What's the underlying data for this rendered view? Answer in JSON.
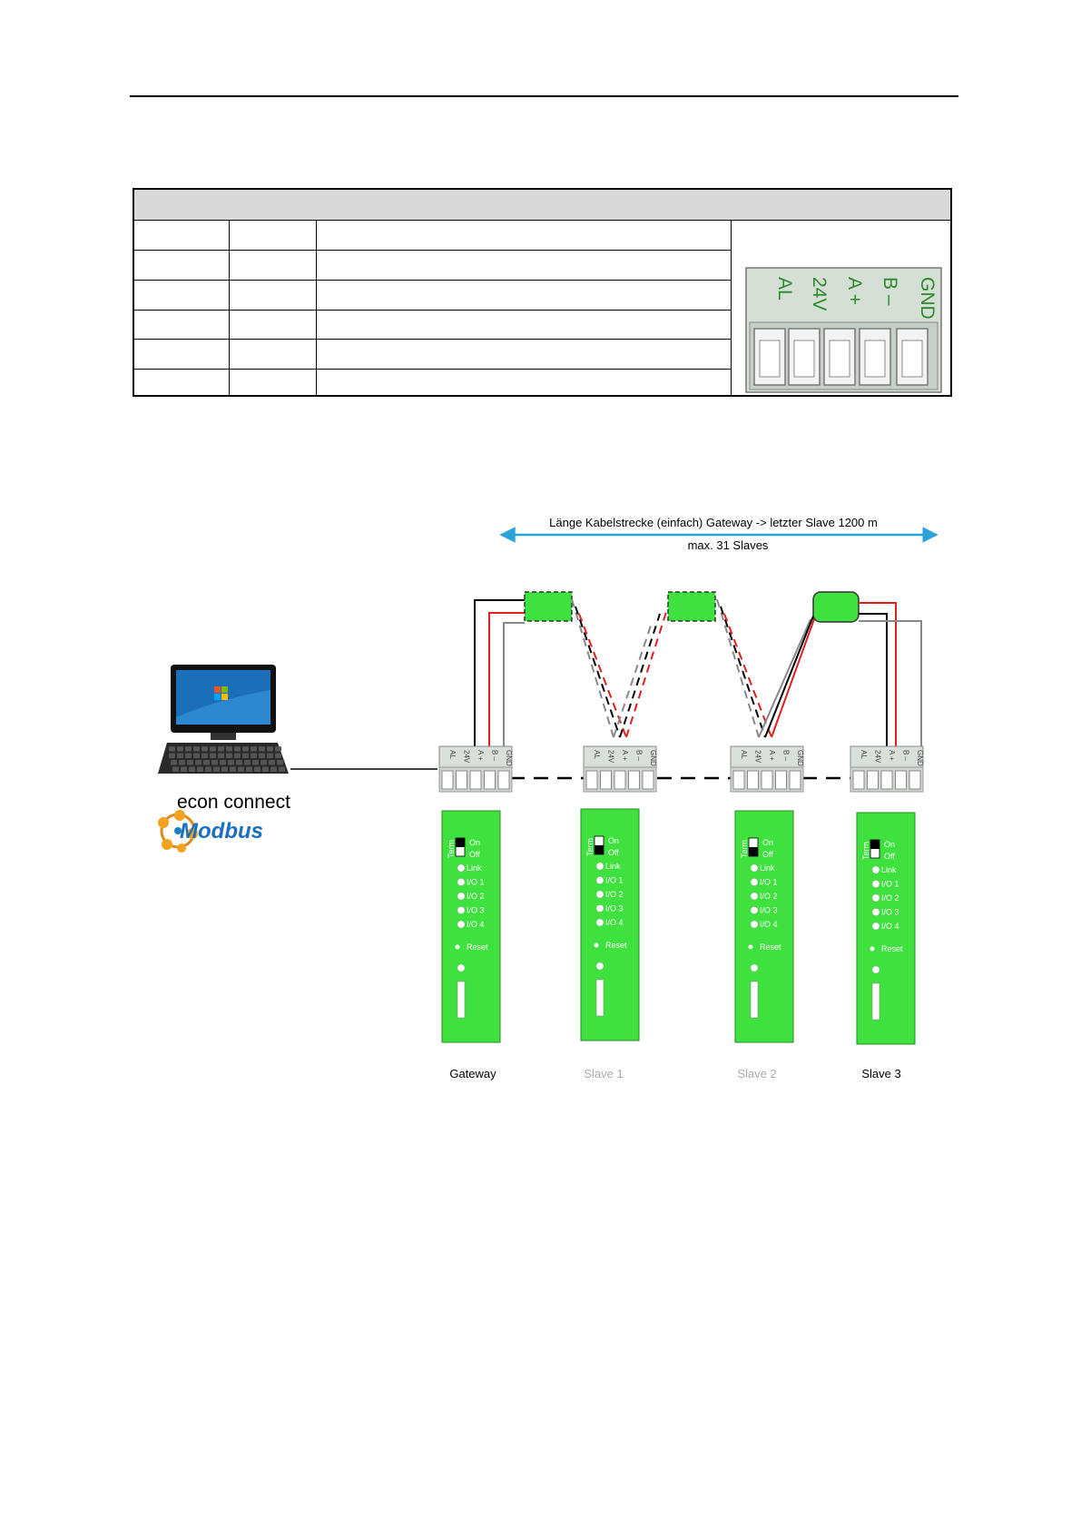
{
  "terminal_labels": [
    "AL",
    "24V",
    "A +",
    "B –",
    "GND"
  ],
  "small_terminal_labels": [
    "AL",
    "24V",
    "A +",
    "B –",
    "GND"
  ],
  "cable_length_text": "Länge Kabelstrecke (einfach)  Gateway -> letzter Slave 1200 m",
  "max_slaves_text": "max. 31 Slaves",
  "pc_software": "econ connect",
  "modbus_logo_text": "Modbus",
  "module_panel": {
    "term_label": "Term",
    "switch_on": "On",
    "switch_off": "Off",
    "leds": [
      "Link",
      "I/O 1",
      "I/O 2",
      "I/O 3",
      "I/O 4"
    ],
    "reset_label": "Reset"
  },
  "devices": [
    {
      "name": "Gateway",
      "label_color": "#000000"
    },
    {
      "name": "Slave 1",
      "label_color": "#aaaaaa"
    },
    {
      "name": "Slave 2",
      "label_color": "#aaaaaa"
    },
    {
      "name": "Slave 3",
      "label_color": "#000000"
    }
  ],
  "colors": {
    "module_green": "#3ee13e",
    "wire_red": "#e02020",
    "wire_black": "#000000",
    "wire_gray": "#888888",
    "arrow_blue": "#2aa3d8"
  }
}
